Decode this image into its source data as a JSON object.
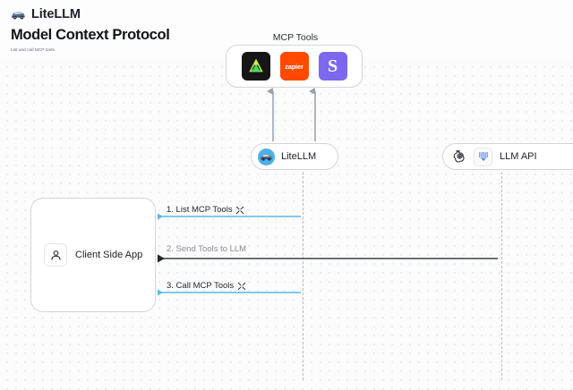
{
  "brand": {
    "name": "LiteLLM",
    "logo_icon": "truck-icon"
  },
  "header": {
    "title": "Model Context Protocol",
    "subtitle": "List and call MCP tools"
  },
  "diagram": {
    "mcp_group": {
      "label": "MCP Tools",
      "tools": [
        {
          "name": "triangle-green-logo-icon",
          "label": "",
          "color": "#161616"
        },
        {
          "name": "zapier-logo-icon",
          "label": "zapier",
          "color": "#ff4a00"
        },
        {
          "name": "sentry-s-logo-icon",
          "label": "S",
          "color": "#7b68ee"
        }
      ]
    },
    "litellm_node": {
      "label": "LiteLLM",
      "avatar_icon": "litellm-truck-avatar-icon"
    },
    "llm_api_node": {
      "label": "LLM API",
      "badges": [
        {
          "name": "openai-logo-icon"
        },
        {
          "name": "anthropic-logo-icon"
        }
      ]
    },
    "client_node": {
      "label": "Client Side App",
      "icon": "user-icon"
    },
    "steps": [
      {
        "text": "1. List MCP Tools",
        "icon": "wrench-icon",
        "color": "#5bb8e8",
        "style": "blue",
        "direction": "left"
      },
      {
        "text": "2. Send Tools to LLM",
        "icon": "",
        "color": "#3d4148",
        "style": "gray",
        "direction": "left"
      },
      {
        "text": "3. Call MCP Tools",
        "icon": "wrench-icon",
        "color": "#5bb8e8",
        "style": "blue",
        "direction": "left"
      }
    ]
  },
  "colors": {
    "accent_blue": "#5bb8e8",
    "arrow_gray": "#3d4148",
    "lifeline": "#b9bcc3",
    "canvas": "#fcfcfc",
    "border": "#d2d5db"
  }
}
